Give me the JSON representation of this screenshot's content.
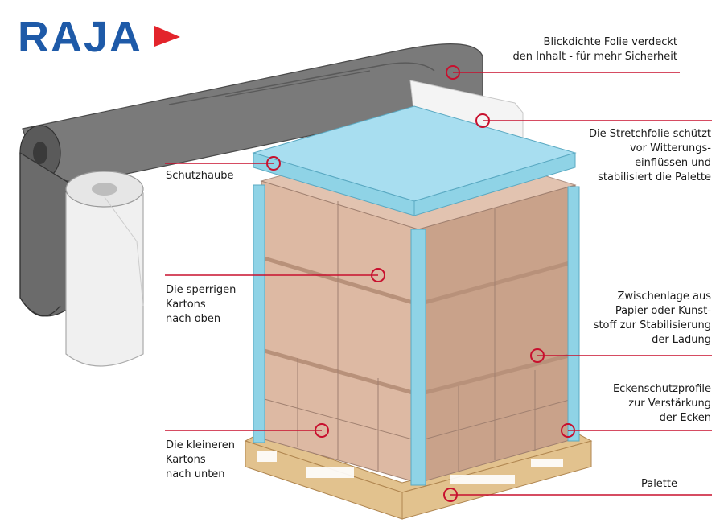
{
  "brand": {
    "logo_text": "RAJA",
    "logo_color": "#1e5aa8",
    "logo_accent": "#e3242b"
  },
  "colors": {
    "callout": "#c8102e",
    "carton": "#ddb9a3",
    "carton_dark": "#c9a28a",
    "corner_protector": "#8fd3e6",
    "cover": "#a8def0",
    "pallet": "#e2c28e",
    "film_dark": "#6b6b6b",
    "film_light": "#eeeeee"
  },
  "labels": {
    "film": [
      "Blickdichte Folie verdeckt",
      "den Inhalt - für mehr Sicherheit"
    ],
    "stretch": [
      "Die Stretchfolie schützt",
      "vor Witterungs-",
      "einflüssen und",
      "stabilisiert die Palette"
    ],
    "hood": [
      "Schutzhaube"
    ],
    "bulky": [
      "Die sperrigen",
      "Kartons",
      "nach oben"
    ],
    "interlayer": [
      "Zwischenlage aus",
      "Papier oder Kunst-",
      "stoff zur Stabilisierung",
      "der Ladung"
    ],
    "corners": [
      "Eckenschutzprofile",
      "zur Verstärkung",
      "der Ecken"
    ],
    "small": [
      "Die kleineren",
      "Kartons",
      "nach unten"
    ],
    "pallet": [
      "Palette"
    ]
  }
}
